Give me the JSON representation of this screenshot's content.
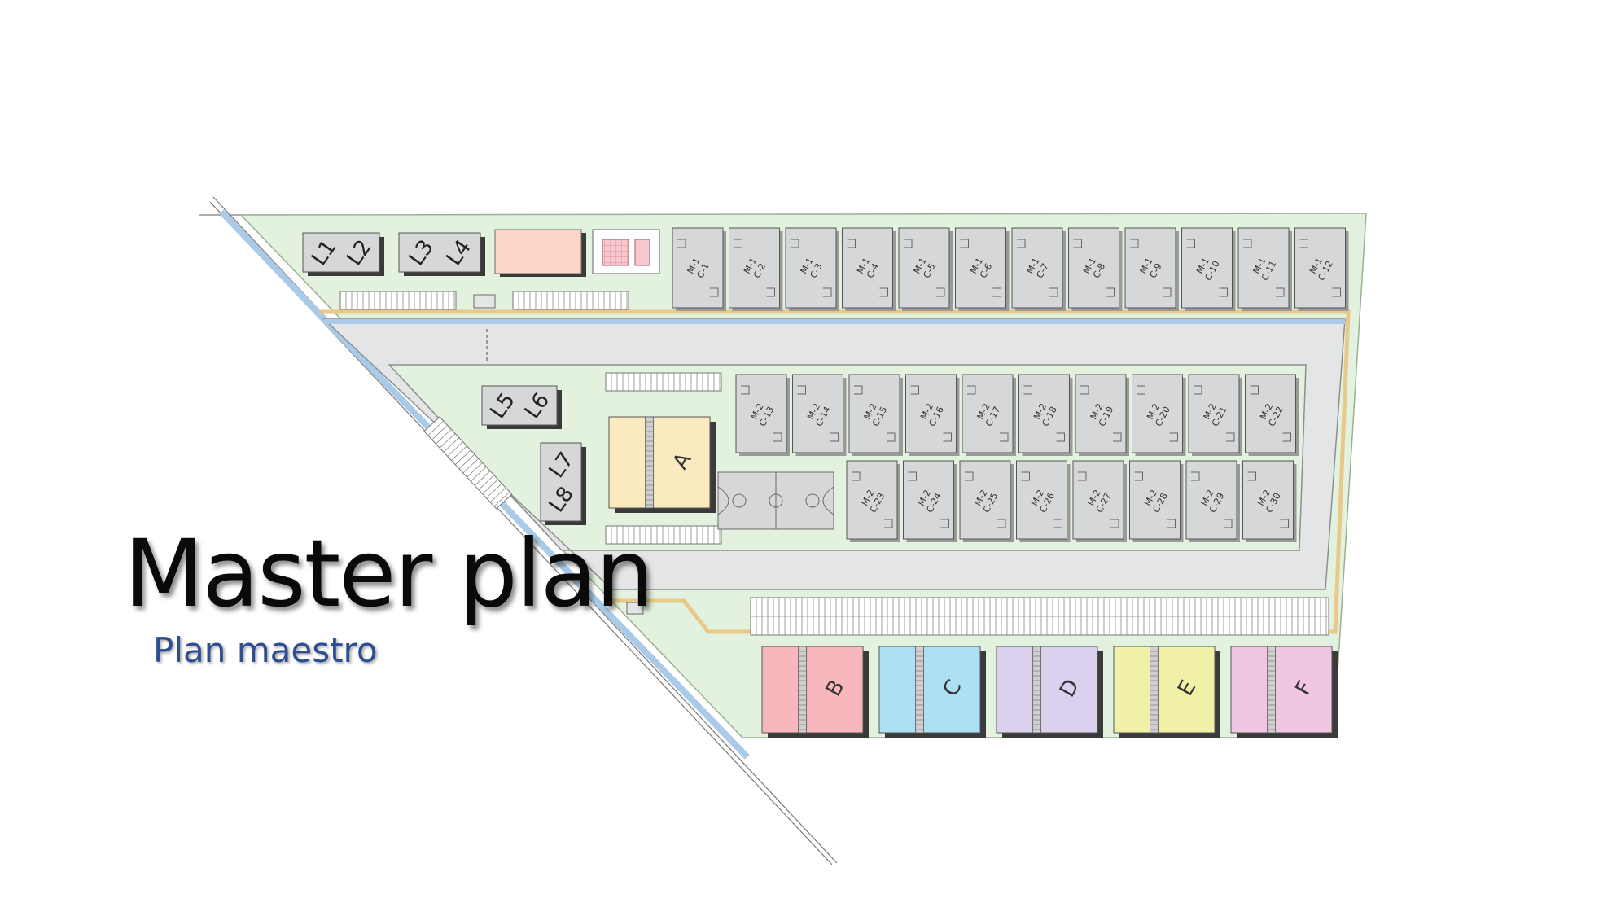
{
  "slide": {
    "title": "Master plan",
    "subtitle": "Plan maestro"
  },
  "site_plan": {
    "service_buildings": [
      "L1",
      "L2",
      "L3",
      "L4",
      "L5",
      "L6",
      "L7",
      "L8"
    ],
    "apartment_row_1": {
      "block": "M-1",
      "units": [
        "C-1",
        "C-2",
        "C-3",
        "C-4",
        "C-5",
        "C-6",
        "C-7",
        "C-8",
        "C-9",
        "C-10",
        "C-11",
        "C-12"
      ]
    },
    "apartment_row_2": {
      "block": "M-2",
      "units": [
        "C-13",
        "C-14",
        "C-15",
        "C-16",
        "C-17",
        "C-18",
        "C-19",
        "C-20",
        "C-21",
        "C-22"
      ]
    },
    "apartment_row_3": {
      "block": "M-2",
      "units": [
        "C-23",
        "C-24",
        "C-25",
        "C-26",
        "C-27",
        "C-28",
        "C-29",
        "C-30"
      ]
    },
    "large_buildings": [
      {
        "label": "A",
        "color": "#fbe9c0"
      },
      {
        "label": "B",
        "color": "#f7b7bd"
      },
      {
        "label": "C",
        "color": "#aee0f5"
      },
      {
        "label": "D",
        "color": "#dcd0ef"
      },
      {
        "label": "E",
        "color": "#f0f1a6"
      },
      {
        "label": "F",
        "color": "#f1c6e3"
      }
    ],
    "colors": {
      "lawn": "#e3f1df",
      "road": "#e4e5e7",
      "canal": "#a9cbe8",
      "path": "#e8d9a3",
      "unit": "#d6d7d9",
      "shadow": "#3a3a3a",
      "pink_building": "#fbd6c8"
    }
  }
}
